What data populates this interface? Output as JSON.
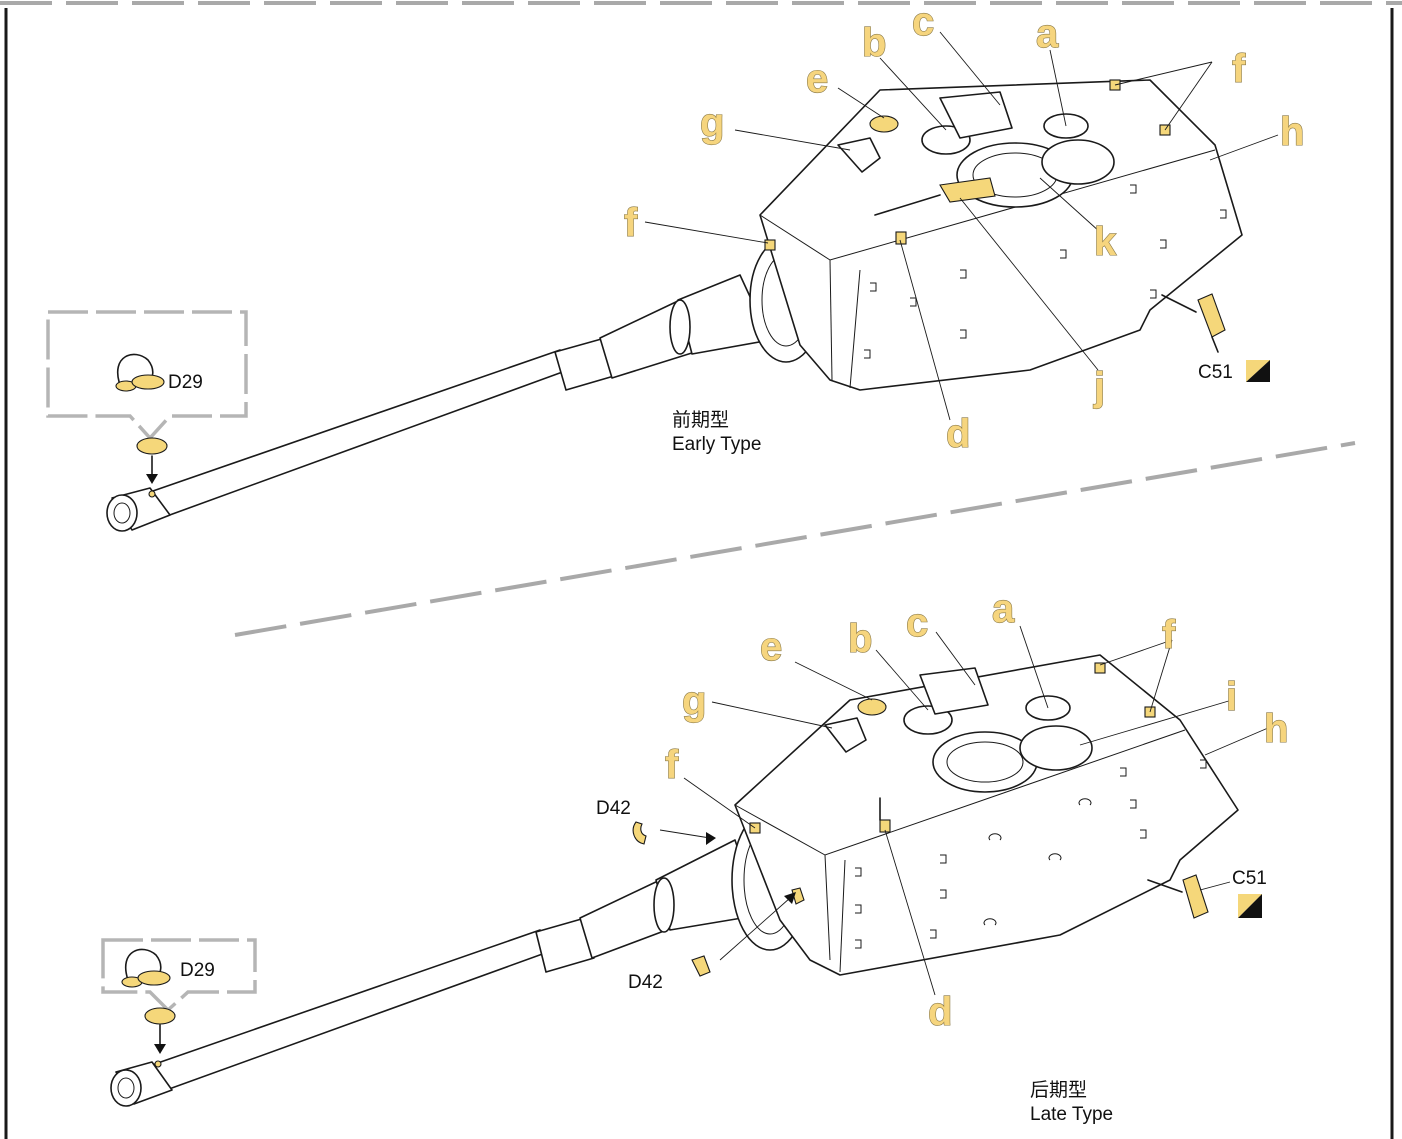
{
  "early": {
    "type_cn": "前期型",
    "type_en": "Early Type",
    "labels": {
      "a": "a",
      "b": "b",
      "c": "c",
      "d": "d",
      "e": "e",
      "f1": "f",
      "f2": "f",
      "g": "g",
      "h": "h",
      "j": "j",
      "k": "k"
    },
    "parts": {
      "muzzle": "D29",
      "plate": "C51"
    }
  },
  "late": {
    "type_cn": "后期型",
    "type_en": "Late Type",
    "labels": {
      "a": "a",
      "b": "b",
      "c": "c",
      "d": "d",
      "e": "e",
      "f1": "f",
      "f2": "f",
      "g": "g",
      "h": "h",
      "i": "i"
    },
    "parts": {
      "muzzle": "D29",
      "ring_top": "D42",
      "ring_bottom": "D42",
      "plate": "C51"
    }
  }
}
